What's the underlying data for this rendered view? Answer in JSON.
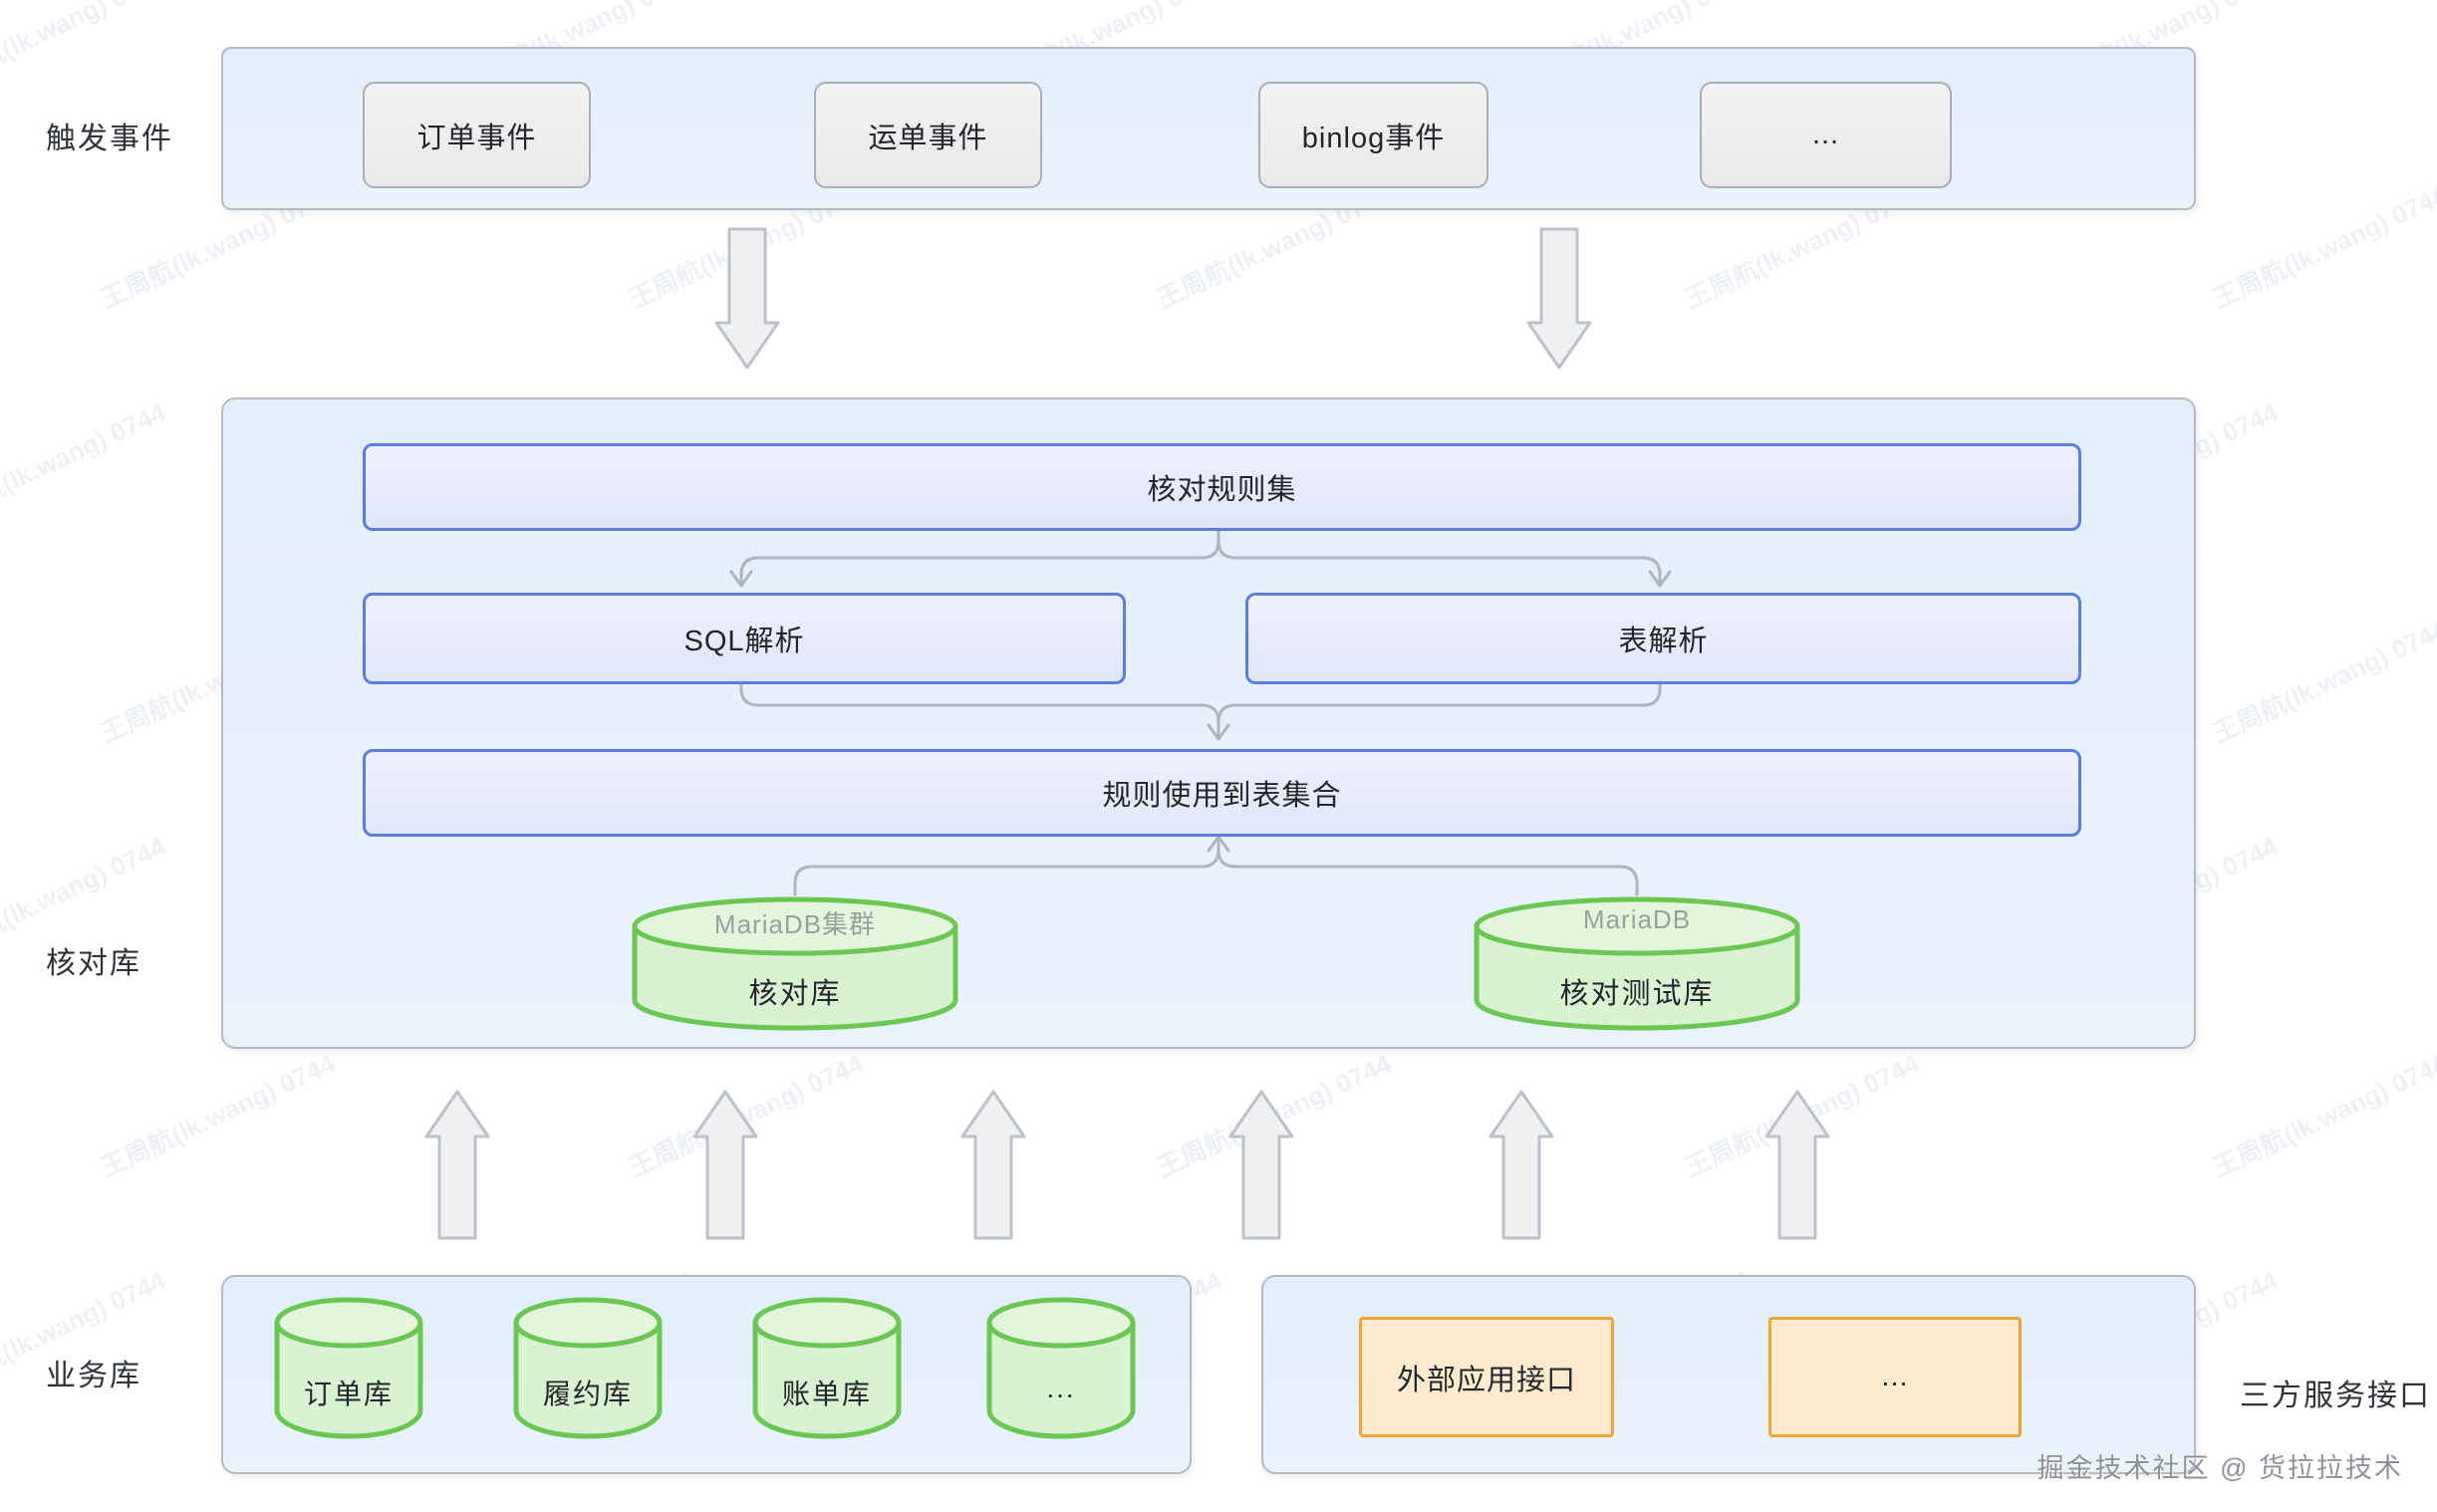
{
  "watermark": {
    "text": "王周航(lk.wang) 0744"
  },
  "labels": {
    "trigger_events": "触发事件",
    "check_db": "核对库",
    "business_db": "业务库",
    "third_party": "三方服务接口"
  },
  "trigger_banner": {
    "events": [
      {
        "label": "订单事件"
      },
      {
        "label": "运单事件"
      },
      {
        "label": "binlog事件"
      },
      {
        "label": "..."
      }
    ]
  },
  "check_panel": {
    "rule_set": "核对规则集",
    "sql_parse": "SQL解析",
    "table_parse": "表解析",
    "table_set": "规则使用到表集合",
    "databases": [
      {
        "engine": "MariaDB集群",
        "name": "核对库"
      },
      {
        "engine": "MariaDB",
        "name": "核对测试库"
      }
    ]
  },
  "business_panel": {
    "databases": [
      {
        "name": "订单库"
      },
      {
        "name": "履约库"
      },
      {
        "name": "账单库"
      },
      {
        "name": "..."
      }
    ]
  },
  "third_party_panel": {
    "interfaces": [
      {
        "label": "外部应用接口"
      },
      {
        "label": "..."
      }
    ]
  },
  "footer": {
    "credit": "掘金技术社区 @ 货拉拉技术"
  },
  "colors": {
    "accent_blue_border": "#5a7edf",
    "blue_fill": "#e6ebfa",
    "green_stroke": "#6cc653",
    "green_fill": "#d9f2d1",
    "green_fill_top": "#e3f6dc",
    "orange_border": "#f0a338",
    "orange_fill": "#fdeacf",
    "gray_node_border": "#a8aeb6",
    "banner_fill": "#e2eefb",
    "panel_border": "#b3bac2",
    "line_color": "#b0b5bb",
    "arrow_fill": "#eef0f2",
    "arrow_stroke": "#bcc1c7",
    "text_dark": "#23272c",
    "text_gray": "#98a19c",
    "label_color": "#2e3338"
  }
}
